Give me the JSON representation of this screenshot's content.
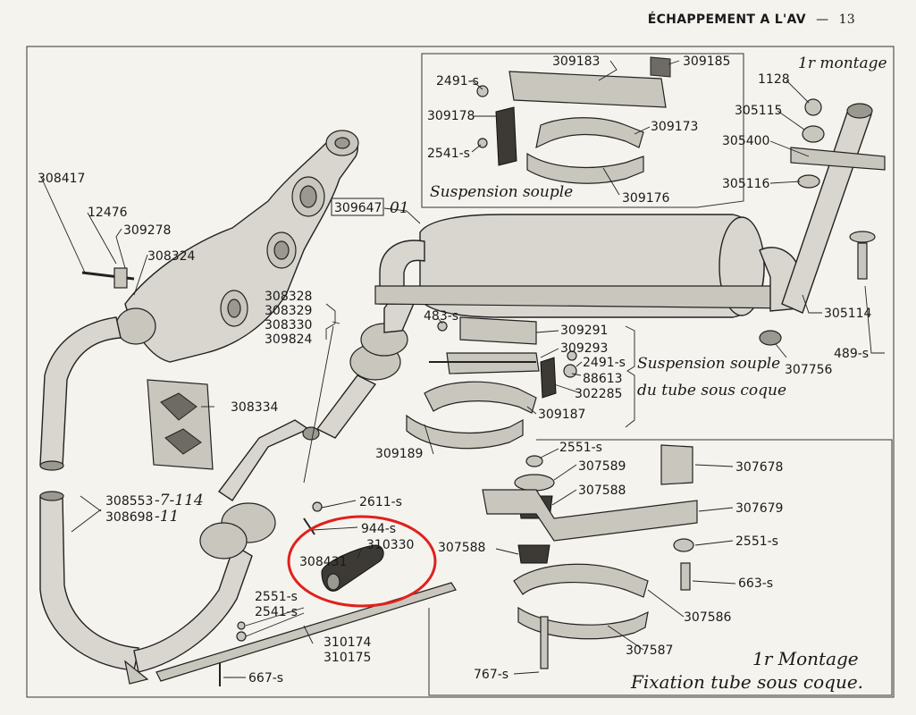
{
  "header": {
    "title": "ÉCHAPPEMENT A L'AV",
    "separator": "—",
    "page_number": "13"
  },
  "sections": {
    "top_box": {
      "caption": "Suspension souple"
    },
    "right_top": {
      "caption": "1r montage"
    },
    "middle": {
      "caption_line1": "Suspension souple",
      "caption_line2": "du tube sous coque"
    },
    "bottom_right": {
      "caption_line1": "1r Montage",
      "caption_line2": "Fixation tube sous coque."
    }
  },
  "labels": {
    "p308417": "308417",
    "p12476": "12476",
    "p309278": "309278",
    "p308324": "308324",
    "p309647": "309647",
    "p309647_suffix": "01",
    "p308328": "308328",
    "p308329": "308329",
    "p308330": "308330",
    "p309824": "309824",
    "p308334": "308334",
    "p308553": "308553",
    "p308553_suffix": "-7-114",
    "p308698": "308698",
    "p308698_suffix": "-11",
    "p2611s": "2611-s",
    "p944s": "944-s",
    "p310330": "310330",
    "p308431": "308431",
    "p2551s_a": "2551-s",
    "p2541s_a": "2541-s",
    "p310174": "310174",
    "p310175": "310175",
    "p667s": "667-s",
    "p2491s_a": "2491-s",
    "p309183": "309183",
    "p309185": "309185",
    "p309178": "309178",
    "p309173": "309173",
    "p2541s_b": "2541-s",
    "p309176": "309176",
    "p1128": "1128",
    "p305115": "305115",
    "p305400": "305400",
    "p305116": "305116",
    "p305114": "305114",
    "p489s": "489-s",
    "p307756": "307756",
    "p483s": "483-s",
    "p309291": "309291",
    "p309293": "309293",
    "p2491s_b": "2491-s",
    "p88613": "88613",
    "p302285": "302285",
    "p309187": "309187",
    "p309189": "309189",
    "p2551s_b": "2551-s",
    "p307589": "307589",
    "p307588_a": "307588",
    "p307678": "307678",
    "p307679": "307679",
    "p307588_b": "307588",
    "p2551s_c": "2551-s",
    "p663s": "663-s",
    "p307586": "307586",
    "p307587": "307587",
    "p767s": "767-s"
  },
  "highlight": {
    "color": "#e0201c",
    "target": "308431 / 310330"
  }
}
